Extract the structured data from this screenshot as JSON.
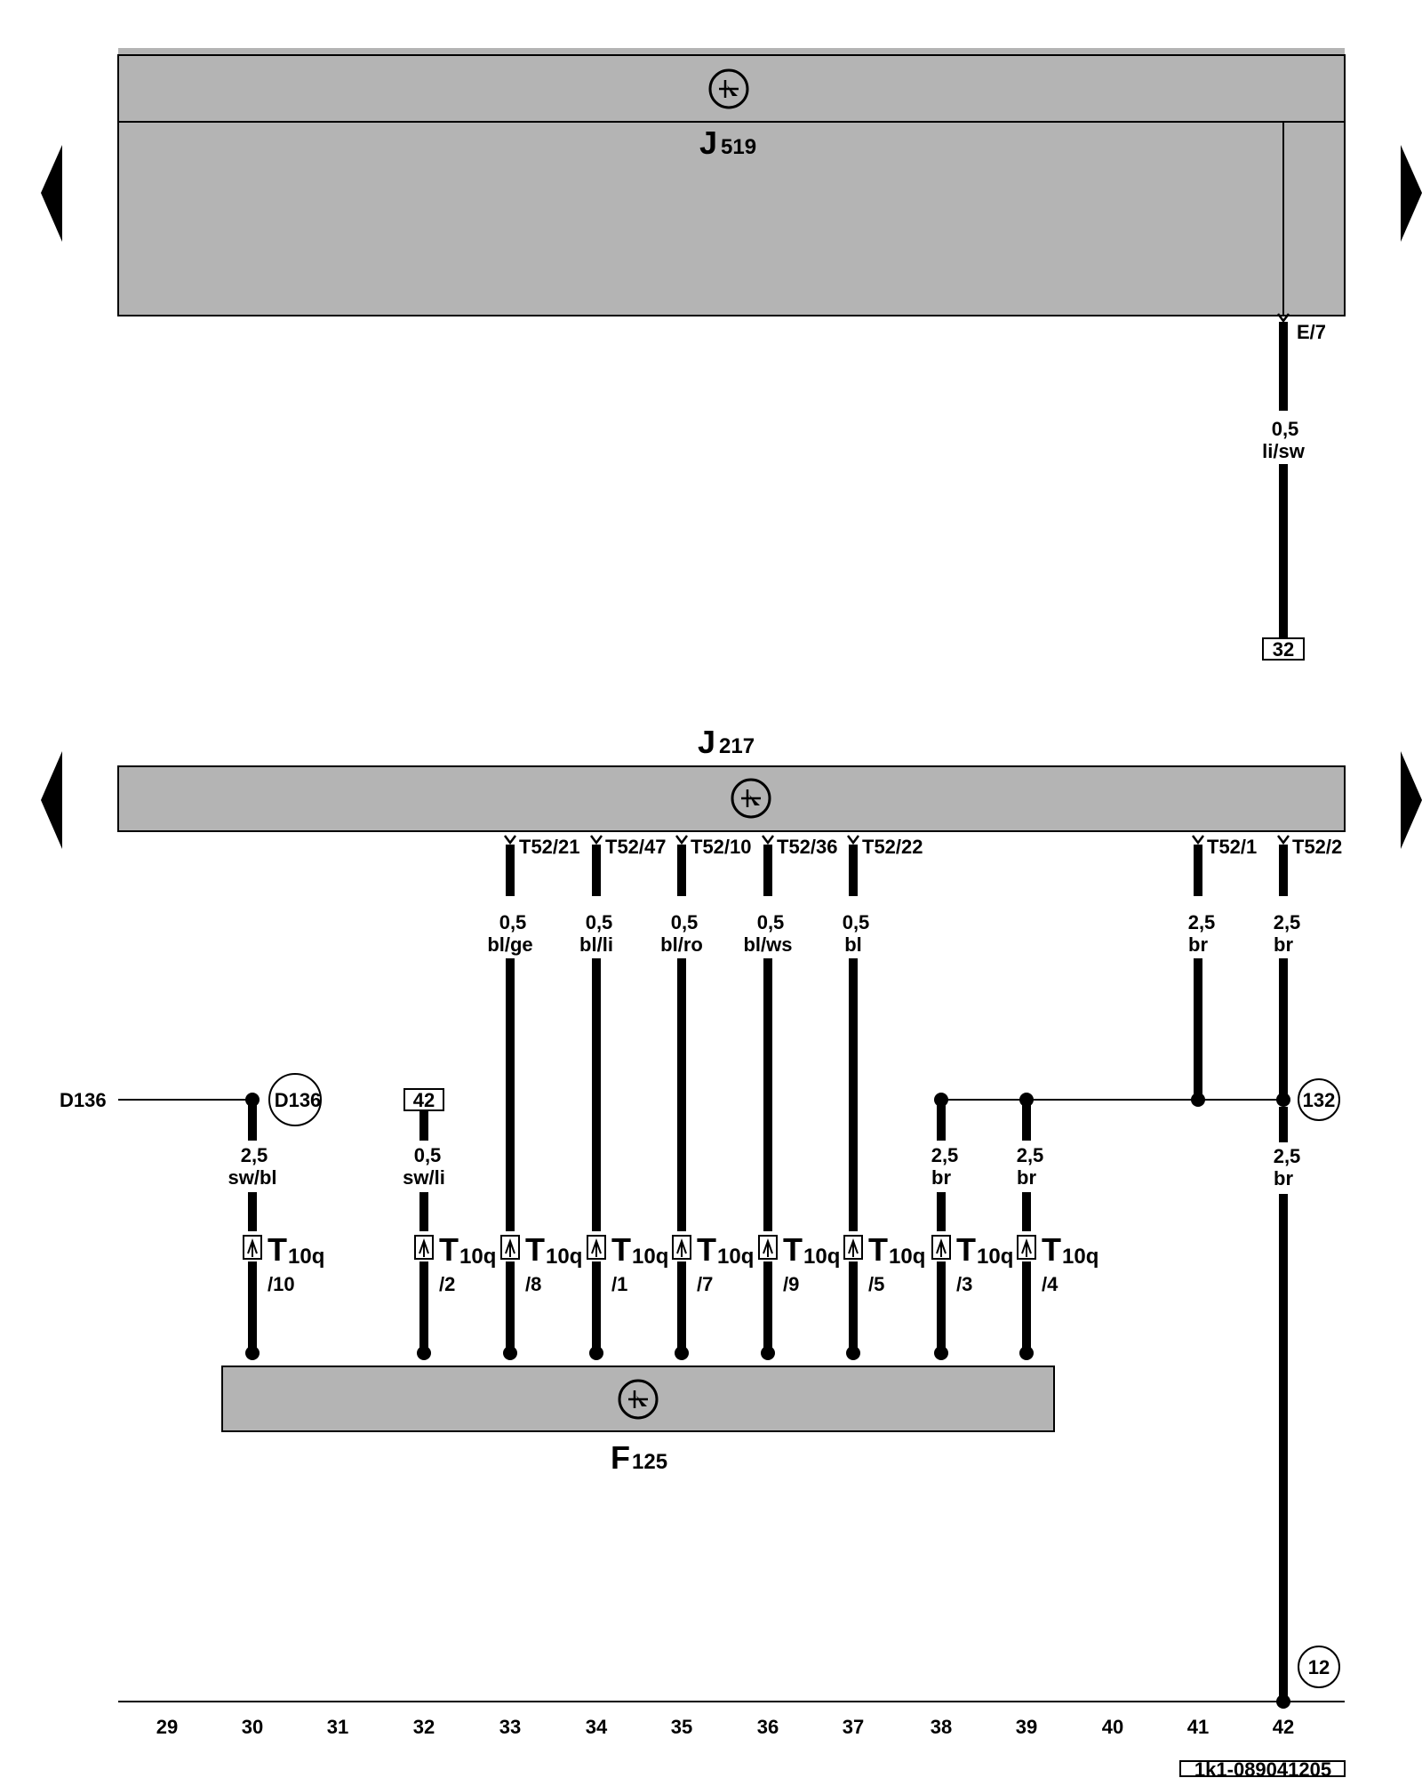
{
  "components": {
    "j519": {
      "letter": "J",
      "sub": "519",
      "pin": "E/7"
    },
    "j217": {
      "letter": "J",
      "sub": "217"
    },
    "f125": {
      "letter": "F",
      "sub": "125"
    }
  },
  "top_wire": {
    "size": "0,5",
    "color": "li/sw",
    "ref": "32"
  },
  "left_connection": {
    "label": "D136",
    "circle": "D136",
    "size": "2,5",
    "color": "sw/bl",
    "conn": "T",
    "conn_sub": "10q",
    "pin": "/10"
  },
  "ref42_wire": {
    "ref": "42",
    "size": "0,5",
    "color": "sw/li",
    "conn": "T",
    "conn_sub": "10q",
    "pin": "/2"
  },
  "wires_j217": [
    {
      "pin": "T52/21",
      "size": "0,5",
      "color": "bl/ge",
      "conn": "T",
      "conn_sub": "10q",
      "conn_pin": "/8"
    },
    {
      "pin": "T52/47",
      "size": "0,5",
      "color": "bl/li",
      "conn": "T",
      "conn_sub": "10q",
      "conn_pin": "/1"
    },
    {
      "pin": "T52/10",
      "size": "0,5",
      "color": "bl/ro",
      "conn": "T",
      "conn_sub": "10q",
      "conn_pin": "/7"
    },
    {
      "pin": "T52/36",
      "size": "0,5",
      "color": "bl/ws",
      "conn": "T",
      "conn_sub": "10q",
      "conn_pin": "/9"
    },
    {
      "pin": "T52/22",
      "size": "0,5",
      "color": "bl",
      "conn": "T",
      "conn_sub": "10q",
      "conn_pin": "/5"
    }
  ],
  "ground_wires": [
    {
      "size": "2,5",
      "color": "br",
      "conn": "T",
      "conn_sub": "10q",
      "conn_pin": "/3"
    },
    {
      "size": "2,5",
      "color": "br",
      "conn": "T",
      "conn_sub": "10q",
      "conn_pin": "/4"
    }
  ],
  "right_wires": [
    {
      "pin": "T52/1",
      "size": "2,5",
      "color": "br"
    },
    {
      "pin": "T52/2",
      "size": "2,5",
      "color": "br"
    }
  ],
  "right_lower": {
    "size": "2,5",
    "color": "br",
    "circle_132": "132",
    "circle_12": "12"
  },
  "columns": [
    "29",
    "30",
    "31",
    "32",
    "33",
    "34",
    "35",
    "36",
    "37",
    "38",
    "39",
    "40",
    "41",
    "42"
  ],
  "footer_code": "1k1-089041205",
  "colors": {
    "module_fill": "#b4b4b4",
    "line": "#000000",
    "background": "#ffffff"
  },
  "icons": [
    "nav-left-arrow-icon",
    "nav-right-arrow-icon",
    "control-unit-icon"
  ]
}
